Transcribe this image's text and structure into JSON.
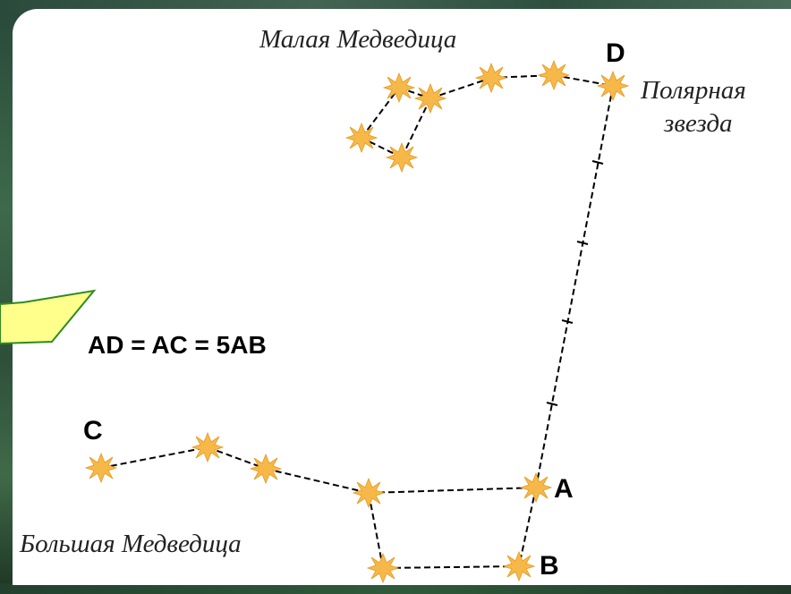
{
  "labels": {
    "little_dipper": "Малая Медведица",
    "polaris_line1": "Полярная",
    "polaris_line2": "звезда",
    "big_dipper": "Большая Медведица",
    "point_a": "A",
    "point_b": "B",
    "point_c": "C",
    "point_d": "D",
    "formula": "AD = AC = 5AB"
  },
  "colors": {
    "star": "#f7b84a",
    "callout_fill": "#ffff8c",
    "callout_stroke": "#2e8b1e",
    "line": "#000000"
  }
}
